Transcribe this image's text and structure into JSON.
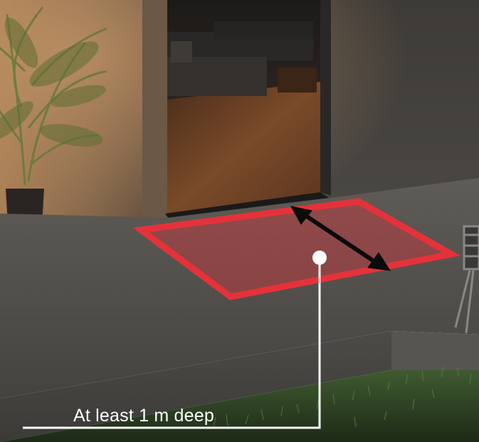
{
  "annotation": {
    "caption": "At least 1 m deep",
    "zone_color": "#e5323a",
    "arrow_color": "#0b0b0b",
    "callout_color": "#ffffff"
  },
  "scene": {
    "subject": "patio-doorway-at-night",
    "icons": [
      "palm-plant",
      "sofa",
      "patio-chair",
      "grass"
    ]
  }
}
